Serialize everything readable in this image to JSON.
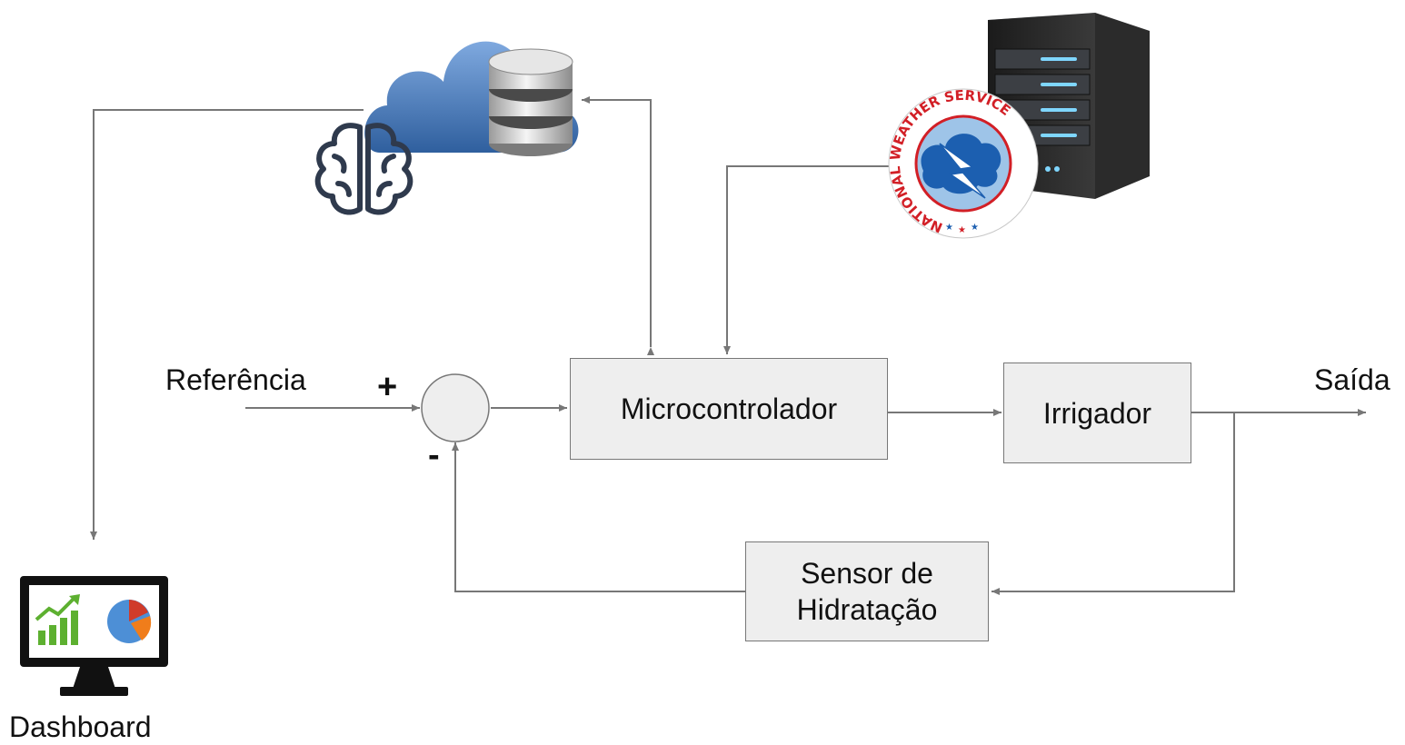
{
  "labels": {
    "reference": "Referência",
    "output": "Saída",
    "plus": "+",
    "minus": "-",
    "dashboard": "Dashboard"
  },
  "blocks": {
    "microcontroller": "Microcontrolador",
    "irrigator": "Irrigador",
    "sensor_line1": "Sensor de",
    "sensor_line2": "Hidratação"
  },
  "logo": {
    "text": "NATIONAL WEATHER SERVICE"
  },
  "icons": [
    "cloud-database-icon",
    "brain-icon",
    "server-icon",
    "national-weather-service-logo",
    "dashboard-monitor-icon"
  ],
  "colors": {
    "line": "#777777",
    "block_fill": "#eeeeee",
    "cloud": "#4a7fc0",
    "nws_red": "#d21f26",
    "nws_blue": "#1c5fb0",
    "chart_green": "#5db030",
    "chart_orange": "#f07d1b"
  }
}
